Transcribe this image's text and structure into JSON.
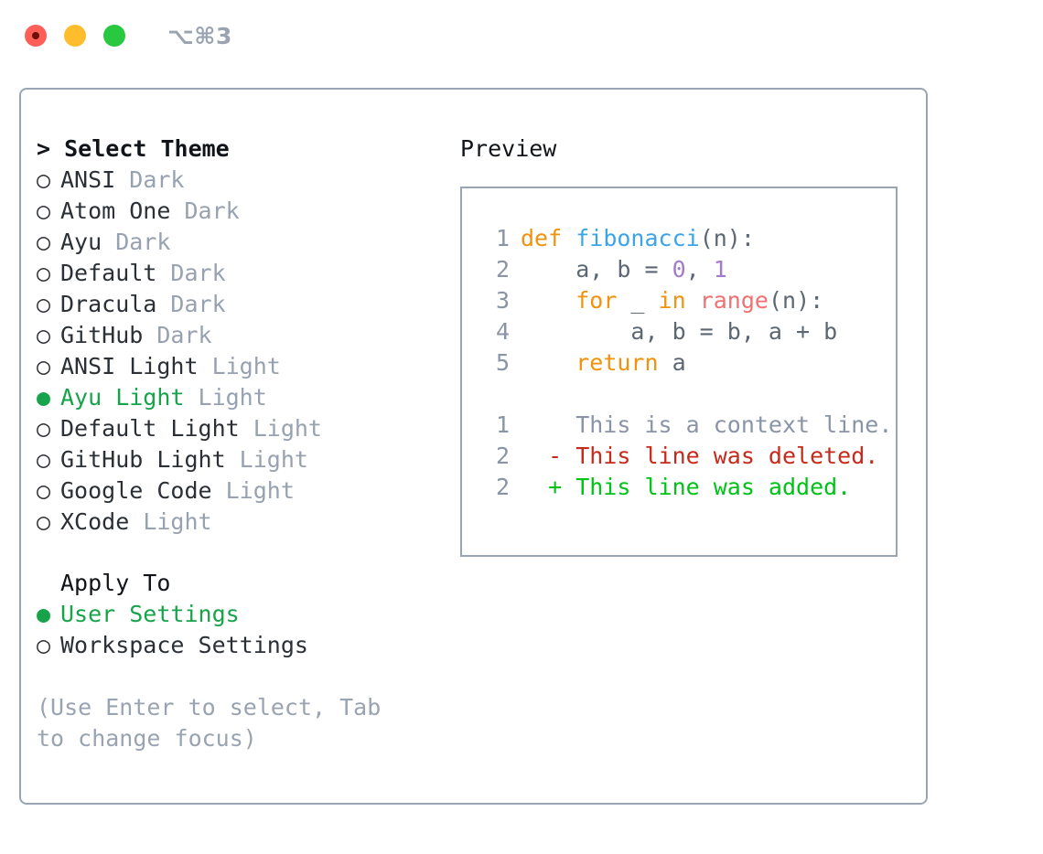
{
  "titlebar": {
    "shortcut": "⌥⌘3",
    "lights": [
      "close-red",
      "minimize-yellow",
      "maximize-green"
    ]
  },
  "left_panel": {
    "heading_prefix": "> ",
    "heading": "Select Theme",
    "bullet_unselected": "○",
    "bullet_selected": "●",
    "themes": [
      {
        "name": "ANSI",
        "variant": "Dark",
        "selected": false
      },
      {
        "name": "Atom One",
        "variant": "Dark",
        "selected": false
      },
      {
        "name": "Ayu",
        "variant": "Dark",
        "selected": false
      },
      {
        "name": "Default",
        "variant": "Dark",
        "selected": false
      },
      {
        "name": "Dracula",
        "variant": "Dark",
        "selected": false
      },
      {
        "name": "GitHub",
        "variant": "Dark",
        "selected": false
      },
      {
        "name": "ANSI Light",
        "variant": "Light",
        "selected": false
      },
      {
        "name": "Ayu Light",
        "variant": "Light",
        "selected": true
      },
      {
        "name": "Default Light",
        "variant": "Light",
        "selected": false
      },
      {
        "name": "GitHub Light",
        "variant": "Light",
        "selected": false
      },
      {
        "name": "Google Code",
        "variant": "Light",
        "selected": false
      },
      {
        "name": "XCode",
        "variant": "Light",
        "selected": false
      }
    ],
    "apply_to_heading": "Apply To",
    "apply_to": [
      {
        "name": "User Settings",
        "selected": true
      },
      {
        "name": "Workspace Settings",
        "selected": false
      }
    ],
    "hint": "(Use Enter to select, Tab to change focus)"
  },
  "preview": {
    "title": "Preview",
    "code": [
      {
        "lno": "1",
        "tokens": [
          {
            "t": "def ",
            "c": "kw"
          },
          {
            "t": "fibonacci",
            "c": "fn"
          },
          {
            "t": "(n):",
            "c": "pl"
          }
        ]
      },
      {
        "lno": "2",
        "tokens": [
          {
            "t": "    a, b = ",
            "c": "pl"
          },
          {
            "t": "0",
            "c": "num"
          },
          {
            "t": ", ",
            "c": "pl"
          },
          {
            "t": "1",
            "c": "num"
          }
        ]
      },
      {
        "lno": "3",
        "tokens": [
          {
            "t": "    ",
            "c": "pl"
          },
          {
            "t": "for",
            "c": "kw"
          },
          {
            "t": " _ ",
            "c": "pl"
          },
          {
            "t": "in",
            "c": "kw"
          },
          {
            "t": " ",
            "c": "pl"
          },
          {
            "t": "range",
            "c": "bi"
          },
          {
            "t": "(n):",
            "c": "pl"
          }
        ]
      },
      {
        "lno": "4",
        "tokens": [
          {
            "t": "        a, b = b, a + b",
            "c": "pl"
          }
        ]
      },
      {
        "lno": "5",
        "tokens": [
          {
            "t": "    ",
            "c": "pl"
          },
          {
            "t": "return",
            "c": "kw"
          },
          {
            "t": " a",
            "c": "pl"
          }
        ]
      }
    ],
    "diff": [
      {
        "lno": "1",
        "marker": "  ",
        "text": "This is a context line.",
        "kind": "ctx"
      },
      {
        "lno": "2",
        "marker": "- ",
        "text": "This line was deleted.",
        "kind": "del"
      },
      {
        "lno": "2",
        "marker": "+ ",
        "text": "This line was added.",
        "kind": "add"
      }
    ]
  },
  "colors": {
    "accent_green": "#16a34a",
    "border": "#9aa5b4",
    "muted": "#97a1b0",
    "keyword": "#f2920d",
    "function": "#3ca5e8",
    "builtin": "#f07171",
    "number": "#a37acc",
    "plain": "#5c6773",
    "diff_delete": "#c52a1a",
    "diff_add": "#00c217",
    "light_red": "#ff5f57",
    "light_yellow": "#ffbd2e",
    "light_green": "#28c840"
  }
}
